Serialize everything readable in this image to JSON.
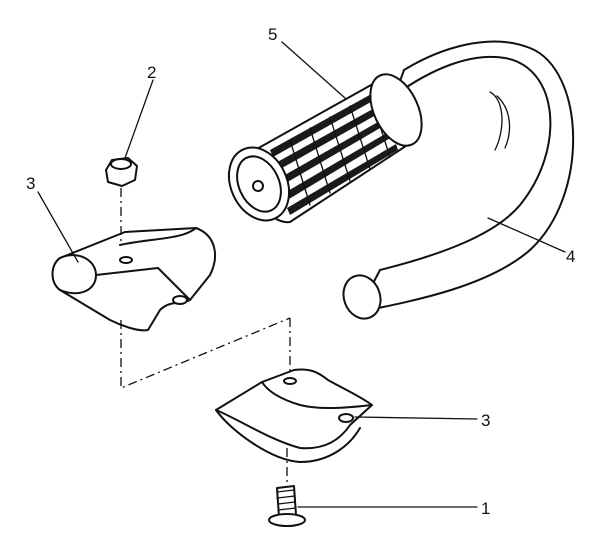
{
  "diagram": {
    "parts": [
      {
        "id": "screw",
        "callout": "1"
      },
      {
        "id": "nut",
        "callout": "2"
      },
      {
        "id": "clamp-upper",
        "callout": "3"
      },
      {
        "id": "clamp-lower",
        "callout": "3"
      },
      {
        "id": "handlebar",
        "callout": "4"
      },
      {
        "id": "grip",
        "callout": "5"
      }
    ]
  }
}
